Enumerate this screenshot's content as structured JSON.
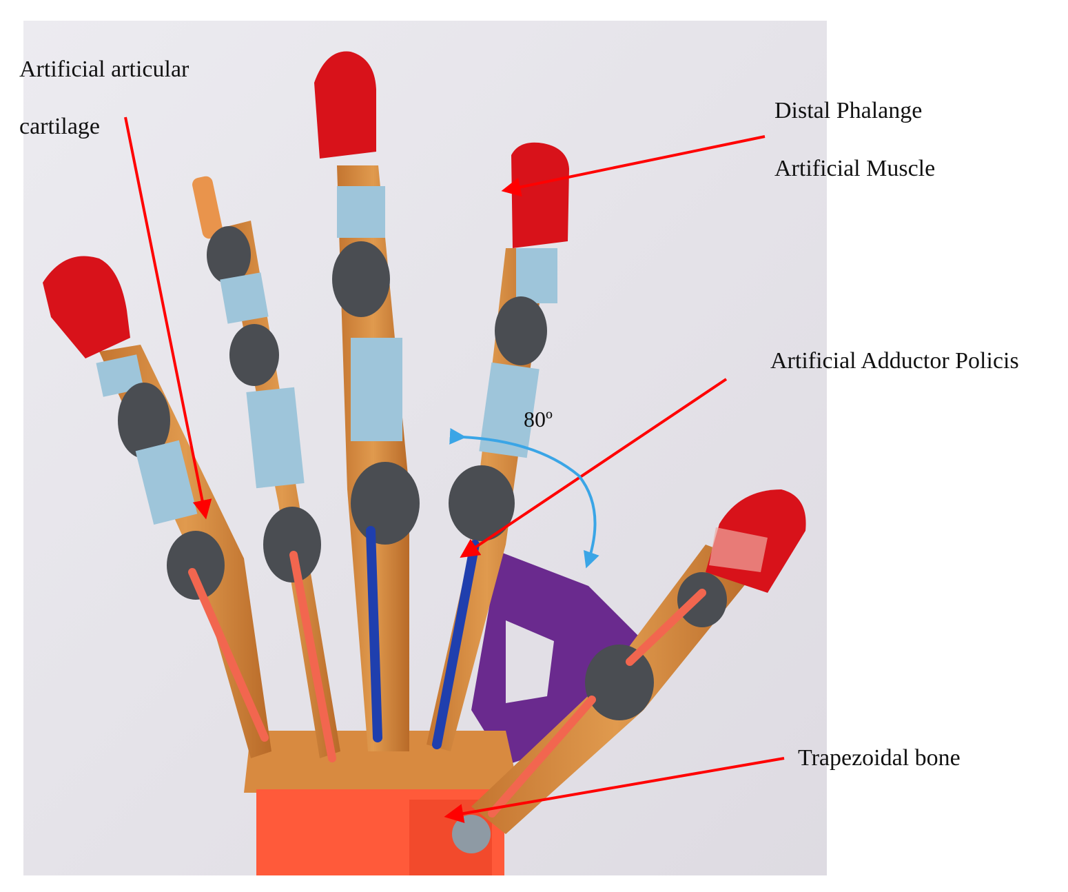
{
  "labels": {
    "cartilage_line1": "Artificial articular",
    "cartilage_line2": "cartilage",
    "distal_phalange": "Distal Phalange",
    "artificial_muscle": "Artificial Muscle",
    "adductor": "Artificial Adductor Policis",
    "angle": "80º",
    "trapezoidal": "Trapezoidal bone"
  },
  "colors": {
    "background_wall": "#e6e4e9",
    "fingertip_red": "#d8121a",
    "bone_orange": "#d9893c",
    "tape_blue": "#9ec5da",
    "joint_gray": "#4a4d52",
    "frame_purple": "#6a2a8e",
    "tendon_salmon": "#f2664f",
    "tendon_blue": "#1f3fae",
    "base_orange": "#ff5a3a",
    "arrow_red": "#ff0000",
    "angle_arrow": "#3aa5e6"
  }
}
